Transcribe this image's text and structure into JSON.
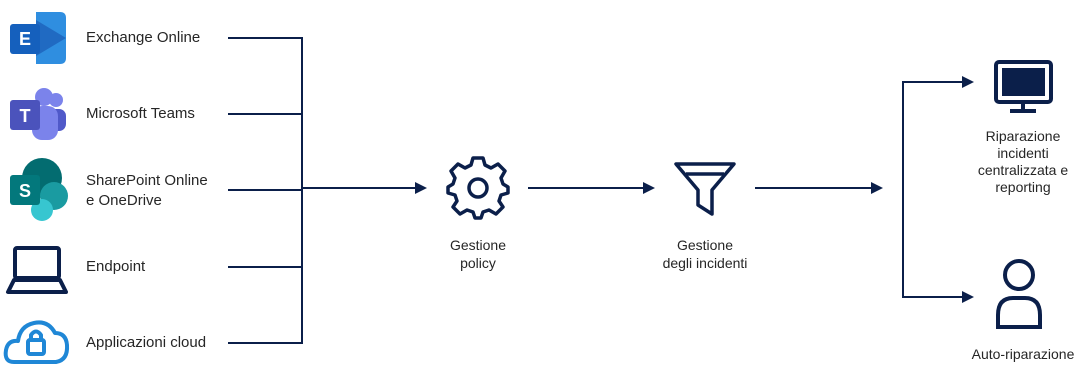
{
  "sources": [
    {
      "label": "Exchange Online",
      "icon": "exchange-icon",
      "icon_letter": "E",
      "color": "#1f6fc4"
    },
    {
      "label": "Microsoft Teams",
      "icon": "teams-icon",
      "icon_letter": "T",
      "color": "#5b5fc7"
    },
    {
      "label_line1": "SharePoint Online",
      "label_line2": "e OneDrive",
      "icon": "sharepoint-icon",
      "icon_letter": "S",
      "color": "#0f7b7b"
    },
    {
      "label": "Endpoint",
      "icon": "laptop-icon"
    },
    {
      "label": "Applicazioni cloud",
      "icon": "cloud-lock-icon"
    }
  ],
  "policy": {
    "line1": "Gestione",
    "line2": "policy",
    "icon": "gear-icon"
  },
  "incidents": {
    "line1": "Gestione",
    "line2": "degli incidenti",
    "icon": "filter-icon"
  },
  "outputs": [
    {
      "line1": "Riparazione",
      "line2": "incidenti",
      "line3": "centralizzata e",
      "line4": "reporting",
      "icon": "monitor-icon"
    },
    {
      "line1": "Auto-riparazione",
      "icon": "user-icon"
    }
  ],
  "colors": {
    "line": "#0b1f4a",
    "icon_dark": "#0b1f4a"
  }
}
